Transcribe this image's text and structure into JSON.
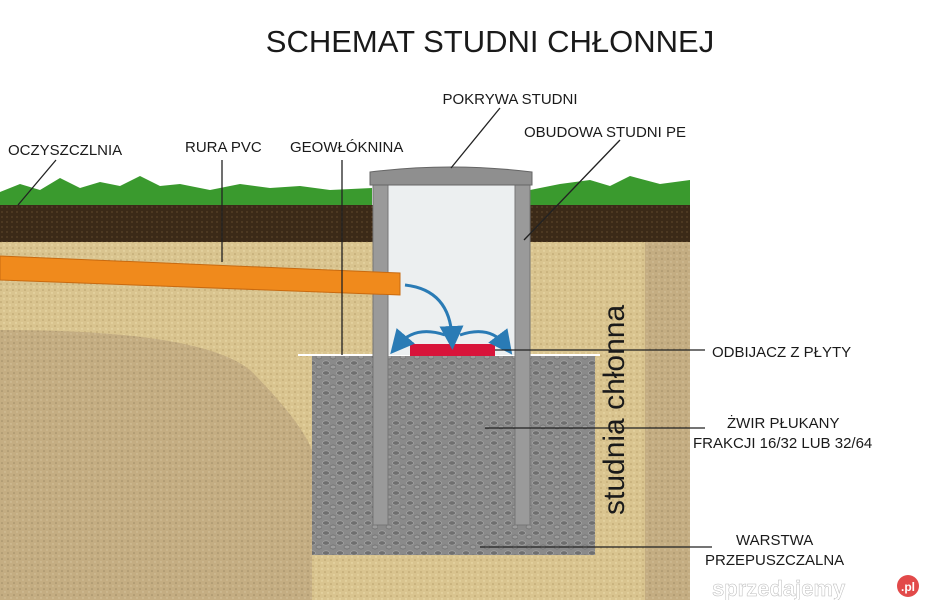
{
  "title": "SCHEMAT STUDNI CHŁONNEJ",
  "labels": {
    "lid": "POKRYWA STUDNI",
    "housing": "OBUDOWA STUDNI PE",
    "treatment_plant": "OCZYSZCZLNIA",
    "pipe": "RURA PVC",
    "geotextile": "GEOWŁÓKNINA",
    "deflector": "ODBIJACZ Z PŁYTY",
    "gravel_line1": "ŻWIR PŁUKANY",
    "gravel_line2": "FRAKCJI 16/32 LUB 32/64",
    "layer_line1": "WARSTWA",
    "layer_line2": "PRZEPUSZCZALNA",
    "vertical": "studnia chłonna"
  },
  "watermark": "sprzedajemy.pl",
  "colors": {
    "grass": "#3a9a2e",
    "topsoil": "#3b2a18",
    "sand": "#d9c48f",
    "gravel": "#8d8d8d",
    "pipe": "#f08a1c",
    "deflector": "#d8143a",
    "arrow": "#2a7bb5",
    "well": "#9a9a9a"
  }
}
